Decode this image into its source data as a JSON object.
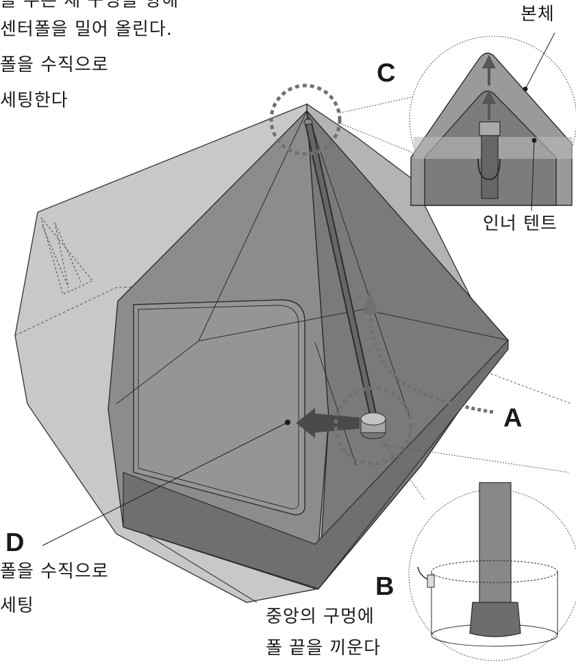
{
  "instructions": {
    "line1": "을 누른 채 구멍을 향해",
    "line2": "센터폴을 밀어 올린다.",
    "line3": "폴을 수직으로",
    "line4": "세팅한다"
  },
  "callout_c": {
    "letter": "C",
    "outer_label": "본체",
    "inner_label": "인너 텐트"
  },
  "marker_a": {
    "letter": "A"
  },
  "marker_b": {
    "letter": "B",
    "line1": "중앙의 구멍에",
    "line2": "폴 끝을 끼운다"
  },
  "marker_d": {
    "letter": "D",
    "line1": "폴을 수직으로",
    "line2": "세팅"
  },
  "colors": {
    "fly": "#bdbdbd",
    "inner_front": "#7a7a7a",
    "inner_right": "#8a8a8a",
    "inner_left": "#a0a0a0",
    "pole": "#555555",
    "outline": "#2b2b2b",
    "dash_marker": "#707070",
    "arrow": "#444444"
  }
}
